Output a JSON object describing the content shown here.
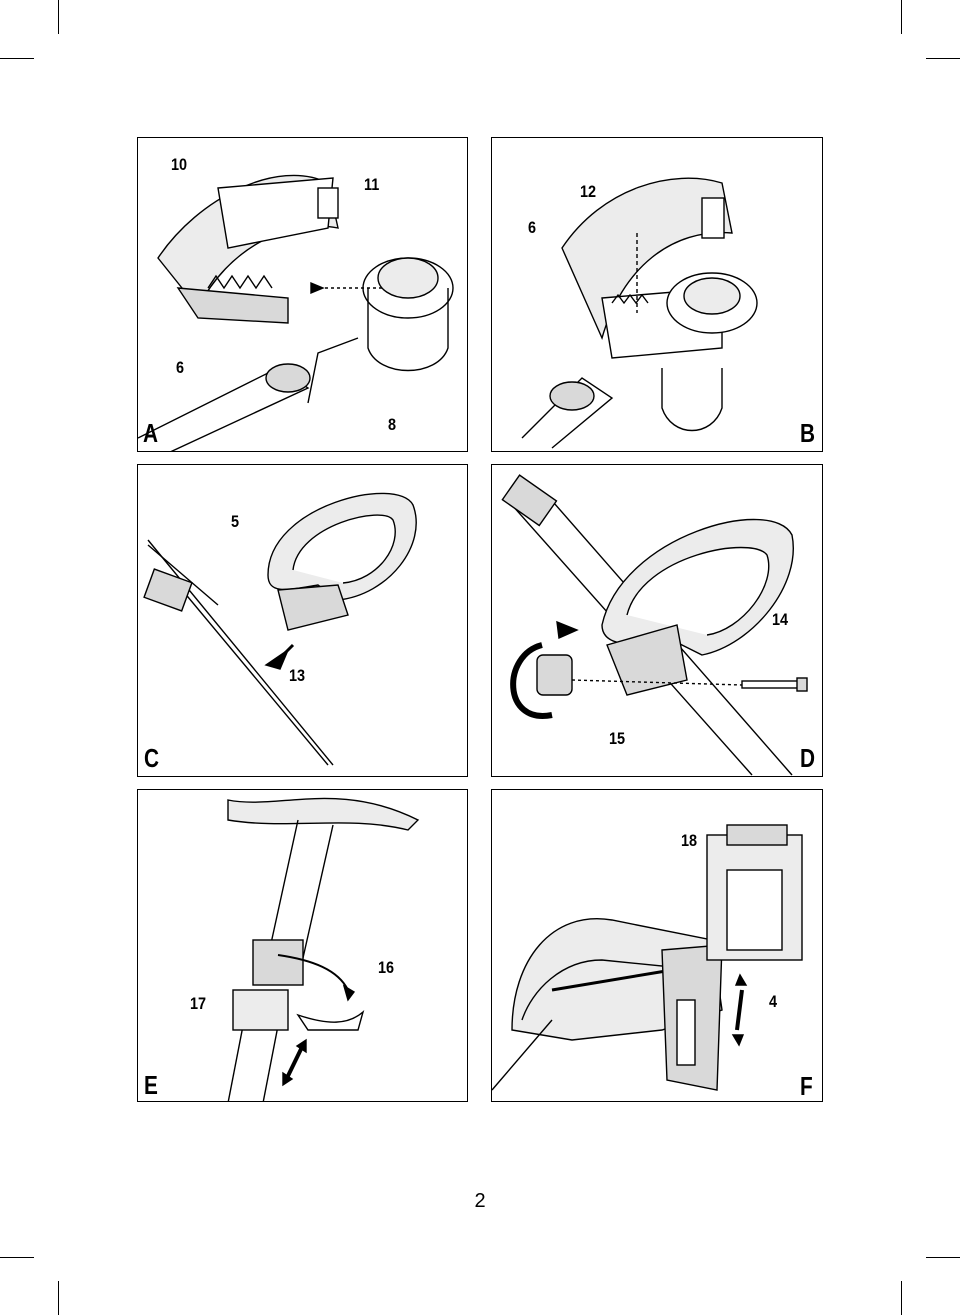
{
  "page_number": "2",
  "panels": [
    {
      "letter": "A",
      "callouts": [
        "10",
        "11",
        "6",
        "8"
      ]
    },
    {
      "letter": "B",
      "callouts": [
        "12",
        "6"
      ]
    },
    {
      "letter": "C",
      "callouts": [
        "5",
        "13"
      ]
    },
    {
      "letter": "D",
      "callouts": [
        "14",
        "15"
      ]
    },
    {
      "letter": "E",
      "callouts": [
        "16",
        "17"
      ]
    },
    {
      "letter": "F",
      "callouts": [
        "18",
        "4"
      ]
    }
  ],
  "colors": {
    "line": "#000000",
    "shade": "#d9d9d9",
    "light": "#ececec"
  }
}
